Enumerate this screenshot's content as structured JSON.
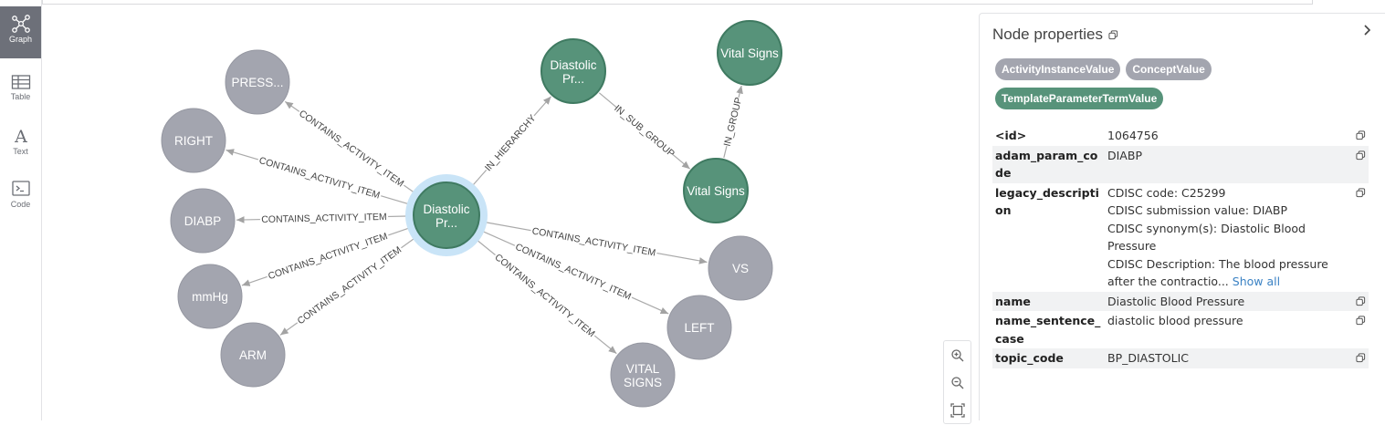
{
  "sidebar": {
    "items": [
      {
        "label": "Graph",
        "icon": "graph-icon",
        "active": true
      },
      {
        "label": "Table",
        "icon": "table-icon",
        "active": false
      },
      {
        "label": "Text",
        "icon": "text-icon",
        "active": false
      },
      {
        "label": "Code",
        "icon": "code-icon",
        "active": false
      }
    ]
  },
  "graph": {
    "colors": {
      "concept_node": "#a3a5af",
      "template_node": "#57937a",
      "template_stroke": "#3f7a61",
      "selected_halo": "#c9e4f7",
      "edge": "#aaaaaa"
    },
    "nodes": [
      {
        "id": "center",
        "label1": "Diastolic",
        "label2": "Pr...",
        "kind": "template",
        "selected": true
      },
      {
        "id": "press",
        "label1": "PRESS...",
        "kind": "concept"
      },
      {
        "id": "right",
        "label1": "RIGHT",
        "kind": "concept"
      },
      {
        "id": "diabp",
        "label1": "DIABP",
        "kind": "concept"
      },
      {
        "id": "mmhg",
        "label1": "mmHg",
        "kind": "concept"
      },
      {
        "id": "arm",
        "label1": "ARM",
        "kind": "concept"
      },
      {
        "id": "vs",
        "label1": "VS",
        "kind": "concept"
      },
      {
        "id": "left",
        "label1": "LEFT",
        "kind": "concept"
      },
      {
        "id": "vital",
        "label1": "VITAL",
        "label2": "SIGNS",
        "kind": "concept"
      },
      {
        "id": "dpr_top",
        "label1": "Diastolic",
        "label2": "Pr...",
        "kind": "template"
      },
      {
        "id": "vs_top",
        "label1": "Vital Signs",
        "kind": "template"
      },
      {
        "id": "vs_mid",
        "label1": "Vital Signs",
        "kind": "template"
      }
    ],
    "edges": [
      {
        "from": "center",
        "to": "press",
        "label": "CONTAINS_ACTIVITY_ITEM"
      },
      {
        "from": "center",
        "to": "right",
        "label": "CONTAINS_ACTIVITY_ITEM"
      },
      {
        "from": "center",
        "to": "diabp",
        "label": "CONTAINS_ACTIVITY_ITEM"
      },
      {
        "from": "center",
        "to": "mmhg",
        "label": "CONTAINS_ACTIVITY_ITEM"
      },
      {
        "from": "center",
        "to": "arm",
        "label": "CONTAINS_ACTIVITY_ITEM"
      },
      {
        "from": "center",
        "to": "vs",
        "label": "CONTAINS_ACTIVITY_ITEM"
      },
      {
        "from": "center",
        "to": "left",
        "label": "CONTAINS_ACTIVITY_ITEM"
      },
      {
        "from": "center",
        "to": "vital",
        "label": "CONTAINS_ACTIVITY_ITEM"
      },
      {
        "from": "center",
        "to": "dpr_top",
        "label": "IN_HIERARCHY"
      },
      {
        "from": "dpr_top",
        "to": "vs_mid",
        "label": "IN_SUB_GROUP"
      },
      {
        "from": "vs_mid",
        "to": "vs_top",
        "label": "IN_GROUP"
      }
    ],
    "zoom_controls": [
      {
        "icon": "zoom-in-icon"
      },
      {
        "icon": "zoom-out-icon"
      },
      {
        "icon": "fit-screen-icon"
      }
    ]
  },
  "panel": {
    "title": "Node properties",
    "badges": [
      {
        "label": "ActivityInstanceValue",
        "color": "#a3a5af"
      },
      {
        "label": "ConceptValue",
        "color": "#a3a5af"
      },
      {
        "label": "TemplateParameterTermValue",
        "color": "#57937a"
      }
    ],
    "properties": [
      {
        "key": "<id>",
        "lines": [
          "1064756"
        ]
      },
      {
        "key": "adam_param_code",
        "lines": [
          "DIABP"
        ]
      },
      {
        "key": "legacy_description",
        "lines": [
          "CDISC code: C25299",
          "CDISC submission value: DIABP",
          "CDISC synonym(s): Diastolic Blood Pressure",
          "CDISC Description: The blood pressure after the contractio..."
        ],
        "show_all": "Show all"
      },
      {
        "key": "name",
        "lines": [
          "Diastolic Blood Pressure"
        ]
      },
      {
        "key": "name_sentence_case",
        "lines": [
          "diastolic blood pressure"
        ]
      },
      {
        "key": "topic_code",
        "lines": [
          "BP_DIASTOLIC"
        ]
      }
    ]
  }
}
